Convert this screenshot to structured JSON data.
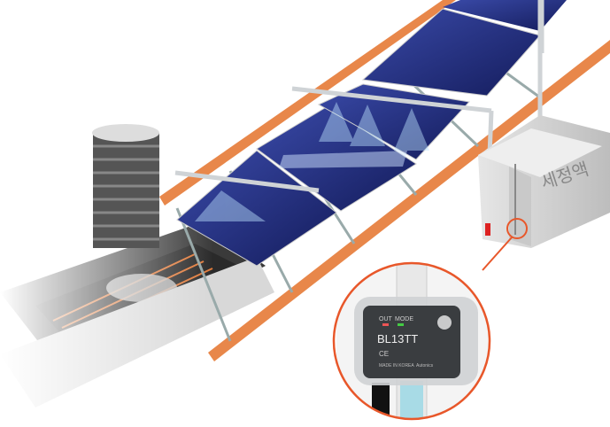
{
  "illustration": {
    "tank_label": "세정액",
    "sensor": {
      "out_label": "OUT",
      "mode_label": "MODE",
      "model": "BL13TT",
      "ce_mark": "CE",
      "origin": "MADE IN KOREA",
      "brand": "Autonics"
    },
    "colors": {
      "rail": "#e8874a",
      "panel": "#1c2a78",
      "callout": "#e8572a",
      "tank": "#d4d4d4"
    }
  }
}
